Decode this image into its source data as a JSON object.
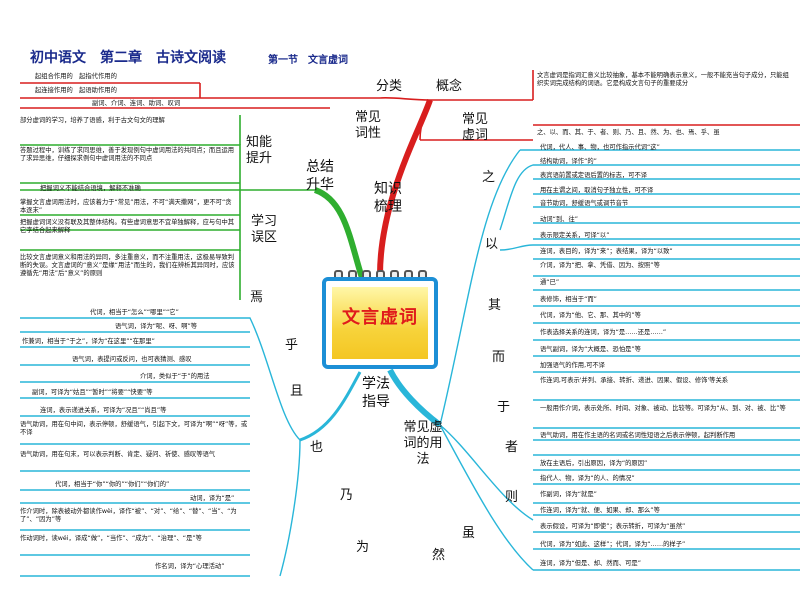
{
  "header": {
    "main": "初中语文　第二章　古诗文阅读",
    "section": "第一节　文言虚词"
  },
  "center": {
    "title": "文言虚词"
  },
  "branches": {
    "knowledge": "知识梳理",
    "summary": "总结升华",
    "method": "学法指导",
    "category": "分类",
    "concept": "概念",
    "properties": "常见词性",
    "common_words": "常见虚词",
    "ability": "知能提升",
    "mistakes": "学习误区",
    "usage": "常见虚词的用法"
  },
  "left_texts": {
    "cat1": "起组合作用的　起指代作用的",
    "cat2": "起连接作用的　起语助作用的",
    "prop": "副词、介词、连词、助词、叹词",
    "ab1": "部分虚词的学习，培养了语感，利于古文句文的理解",
    "ab2": "答题过程中，训练了求同思维，善于发现例句中虚词用法的共同点；而且运用了求异思维，仔细探求例句中虚词用法的不同点",
    "mis1": "把握词义不能结合语境，解释不准确",
    "mis2": "掌握文言虚词用法时，应该着力于“常见”用法，不可“满天撒网”，更不可“贪本逐末”",
    "mis3": "把握虚词词义没有联及其整体结构。有些虚词意思不宜单独解释，应与句中其它字结合起来解释",
    "mis4": "比较文言虚词意义和用法的异同，多注重意义，而不注重用法，这极易导致判断的失误。文言虚词的“意义”是缘“用法”而生的，我们在辨析其异同时，应该遵循先“用法”后“意义”的原则"
  },
  "right_texts": {
    "concept": "文言虚词是指词汇意义比较抽象，基本不能明确表示意义，一般不能充当句子成分，只能组织实词完成结构的词语。它是构成文言句子的重要成分",
    "common": "之、以、而、其、于、者、则、乃、且、然、为、也、焉、乎、虽"
  },
  "words_left": {
    "yan": "焉",
    "hu": "乎",
    "qie": "且",
    "ye": "也",
    "nai": "乃",
    "wei": "为"
  },
  "words_right": {
    "zhi": "之",
    "yi": "以",
    "qi": "其",
    "er": "而",
    "yu": "于",
    "zhe": "者",
    "ze": "则",
    "sui": "虽",
    "ran": "然"
  },
  "zhi_items": [
    "代词，代人、事、物，也可作指示代词“这”",
    "结构助词，译作“的”",
    "表宾语前置或定语后置的标志，可不译",
    "用在主谓之间，取消句子独立性，可不译",
    "音节助词，舒缓语气或调节音节",
    "动词“到、往”"
  ],
  "yi_items": [
    "表示限定关系，可译“以”",
    "连词，表目的，译为“来”；表结果，译为“以致”",
    "介词，译为“把、拿、凭借、因为、按照”等",
    "通“已”",
    "表修饰，相当于“而”"
  ],
  "qi_items": [
    "代词，译为“他、它、那、其中的”等"
  ],
  "er_items": [
    "作表选择关系的连词，译为“是……还是……”",
    "语气副词，译为“大概是、恐怕是”等",
    "加强语气的作用,可不译"
  ],
  "yu_items": [
    "作连词,可表示'并列、承接、转折、递进、因果、假设、修饰'等关系",
    "一般用作介词，表示处所、时间、对象、被动、比较等。可译为“从、到、对、被、比”等"
  ],
  "zhe_items": [
    "语气助词，用在作主语的名词或名词性短语之后表示停顿，起判断作用",
    "放在主语后，引出原因，译为“的原因”",
    "指代人、物，译为“的人、的情况”"
  ],
  "ze_items": [
    "作副词，译为“就是”",
    "作连词，译为“就、便、如果、却、那么”等"
  ],
  "sui_items": [
    "表示假设，可译为“即使”；表示转折，可译为“虽然”"
  ],
  "ran_items": [
    "代词，译为“如此、这样”；代词，译为“……的样子”",
    "连词，译为“但是、却、然而、可是”"
  ],
  "yan_items": [
    "代词，相当于“怎么”“哪里”“它”",
    "语气词，译为“呢、呀、啊”等"
  ],
  "hu_items": [
    "作兼词，相当于“于之”，译为“在这里”“在那里”",
    "语气词，表提问或反问，也可表猜测、感叹",
    "介词，类似于“于”的用法"
  ],
  "qie_items": [
    "副词，可译为“姑且”“暂时”“将要”“快要”等",
    "连词，表示递进关系，可译为“况且”“尚且”等"
  ],
  "ye_items": [
    "语气助词，用在句中间，表示停顿，舒缓语气，引起下文，可译为“啊”“呀”等，或不译",
    "语气助词，用在句末，可以表示判断、肯定、疑问、祈使、感叹等语气"
  ],
  "nai_items": [
    "代词，相当于“你”“你的”“你们”“你们的”",
    "动词，译为“是”"
  ],
  "wei_items": [
    "作介词时，除表被动外都读作wèi，译作“被”、“对”、“给”、“替”、“当”、“为了”、“因为”等",
    "作动词时，读wéi，译成“做”，“当作”、“成为”、“治理”、“是”等",
    "作名词，译为“心理活动”"
  ],
  "colors": {
    "red": "#d81e1e",
    "green": "#2fae2f",
    "cyan": "#29b6d9",
    "header": "#1a2a8c",
    "center_border": "#1c8fd6",
    "center_title": "#e01b1b"
  }
}
